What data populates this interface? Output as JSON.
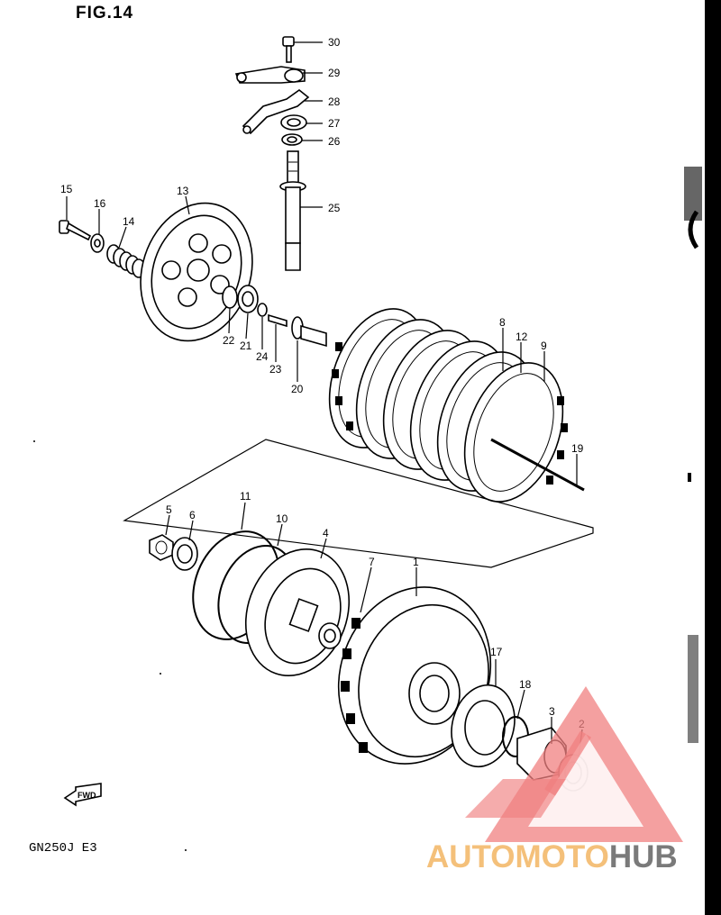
{
  "figure": {
    "title": "FIG.14",
    "model_code": "GN250J E3"
  },
  "callouts": [
    "30",
    "29",
    "28",
    "27",
    "26",
    "25",
    "15",
    "16",
    "14",
    "13",
    "22",
    "21",
    "24",
    "23",
    "20",
    "8",
    "12",
    "9",
    "19",
    "11",
    "10",
    "5",
    "6",
    "4",
    "7",
    "1",
    "17",
    "18",
    "3",
    "2"
  ],
  "watermark": {
    "part1": "AUTOMOTO",
    "part2": "HUB",
    "color_primary": "#f4c07a",
    "color_secondary": "#7a7a7a",
    "triangle_color": "#f08080"
  },
  "fwd_marker": "FWD",
  "icons": {
    "fwd": "forward-arrow-icon",
    "logo": "automotohub-triangle-logo"
  }
}
